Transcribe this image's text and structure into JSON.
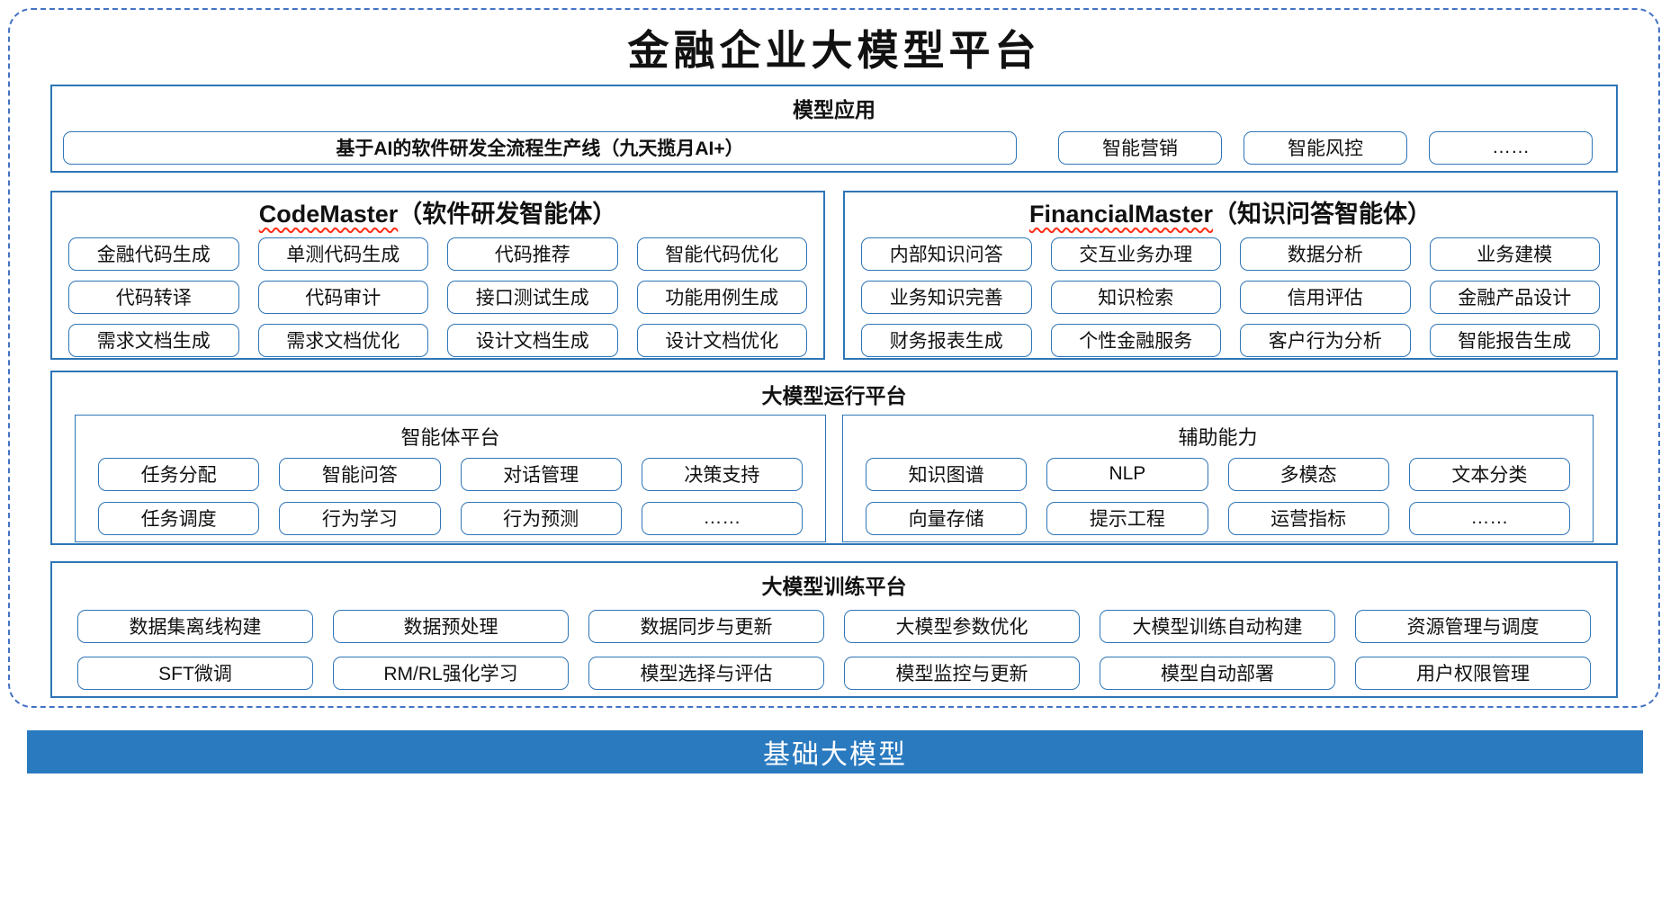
{
  "title": "金融企业大模型平台",
  "model_app": {
    "header": "模型应用",
    "wide_box": "基于AI的软件研发全流程生产线（九天揽月AI+）",
    "pills": [
      "智能营销",
      "智能风控",
      "……"
    ]
  },
  "code_master": {
    "title_en": "CodeMaster",
    "title_zh": "（软件研发智能体）",
    "pills": [
      "金融代码生成",
      "单测代码生成",
      "代码推荐",
      "智能代码优化",
      "代码转译",
      "代码审计",
      "接口测试生成",
      "功能用例生成",
      "需求文档生成",
      "需求文档优化",
      "设计文档生成",
      "设计文档优化"
    ]
  },
  "financial_master": {
    "title_en": "FinancialMaster",
    "title_zh": "（知识问答智能体）",
    "pills": [
      "内部知识问答",
      "交互业务办理",
      "数据分析",
      "业务建模",
      "业务知识完善",
      "知识检索",
      "信用评估",
      "金融产品设计",
      "财务报表生成",
      "个性金融服务",
      "客户行为分析",
      "智能报告生成"
    ]
  },
  "runtime": {
    "header": "大模型运行平台",
    "agent_platform": {
      "header": "智能体平台",
      "pills": [
        "任务分配",
        "智能问答",
        "对话管理",
        "决策支持",
        "任务调度",
        "行为学习",
        "行为预测",
        "……"
      ]
    },
    "aux_capability": {
      "header": "辅助能力",
      "pills": [
        "知识图谱",
        "NLP",
        "多模态",
        "文本分类",
        "向量存储",
        "提示工程",
        "运营指标",
        "……"
      ]
    }
  },
  "training": {
    "header": "大模型训练平台",
    "pills": [
      "数据集离线构建",
      "数据预处理",
      "数据同步与更新",
      "大模型参数优化",
      "大模型训练自动构建",
      "资源管理与调度",
      "SFT微调",
      "RM/RL强化学习",
      "模型选择与评估",
      "模型监控与更新",
      "模型自动部署",
      "用户权限管理"
    ]
  },
  "base_model": {
    "label": "基础大模型"
  },
  "colors": {
    "section_border": "#2E75B6",
    "dashed_border": "#4472C4",
    "bar_background": "#2A7ABF",
    "underline_red": "#FF2D16"
  }
}
